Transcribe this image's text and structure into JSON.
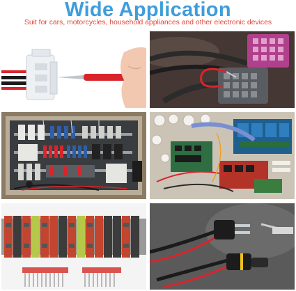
{
  "header": {
    "title": "Wide Application",
    "subtitle": "Suit for cars, motorcycles, household appliances and other electronic devices"
  },
  "colors": {
    "title": "#3f9ddb",
    "subtitle": "#e0483a",
    "tool_red": "#d8252b",
    "connector_pink": "#b0408c",
    "terminal_red": "#c2462f",
    "terminal_green": "#b6c84a"
  },
  "panels": [
    {
      "name": "terminal-removal-tool-photo"
    },
    {
      "name": "car-connector-photo"
    },
    {
      "name": "electrical-cabinet-photo"
    },
    {
      "name": "relay-board-photo"
    },
    {
      "name": "terminal-blocks-photo"
    },
    {
      "name": "waterproof-connector-photo"
    }
  ]
}
